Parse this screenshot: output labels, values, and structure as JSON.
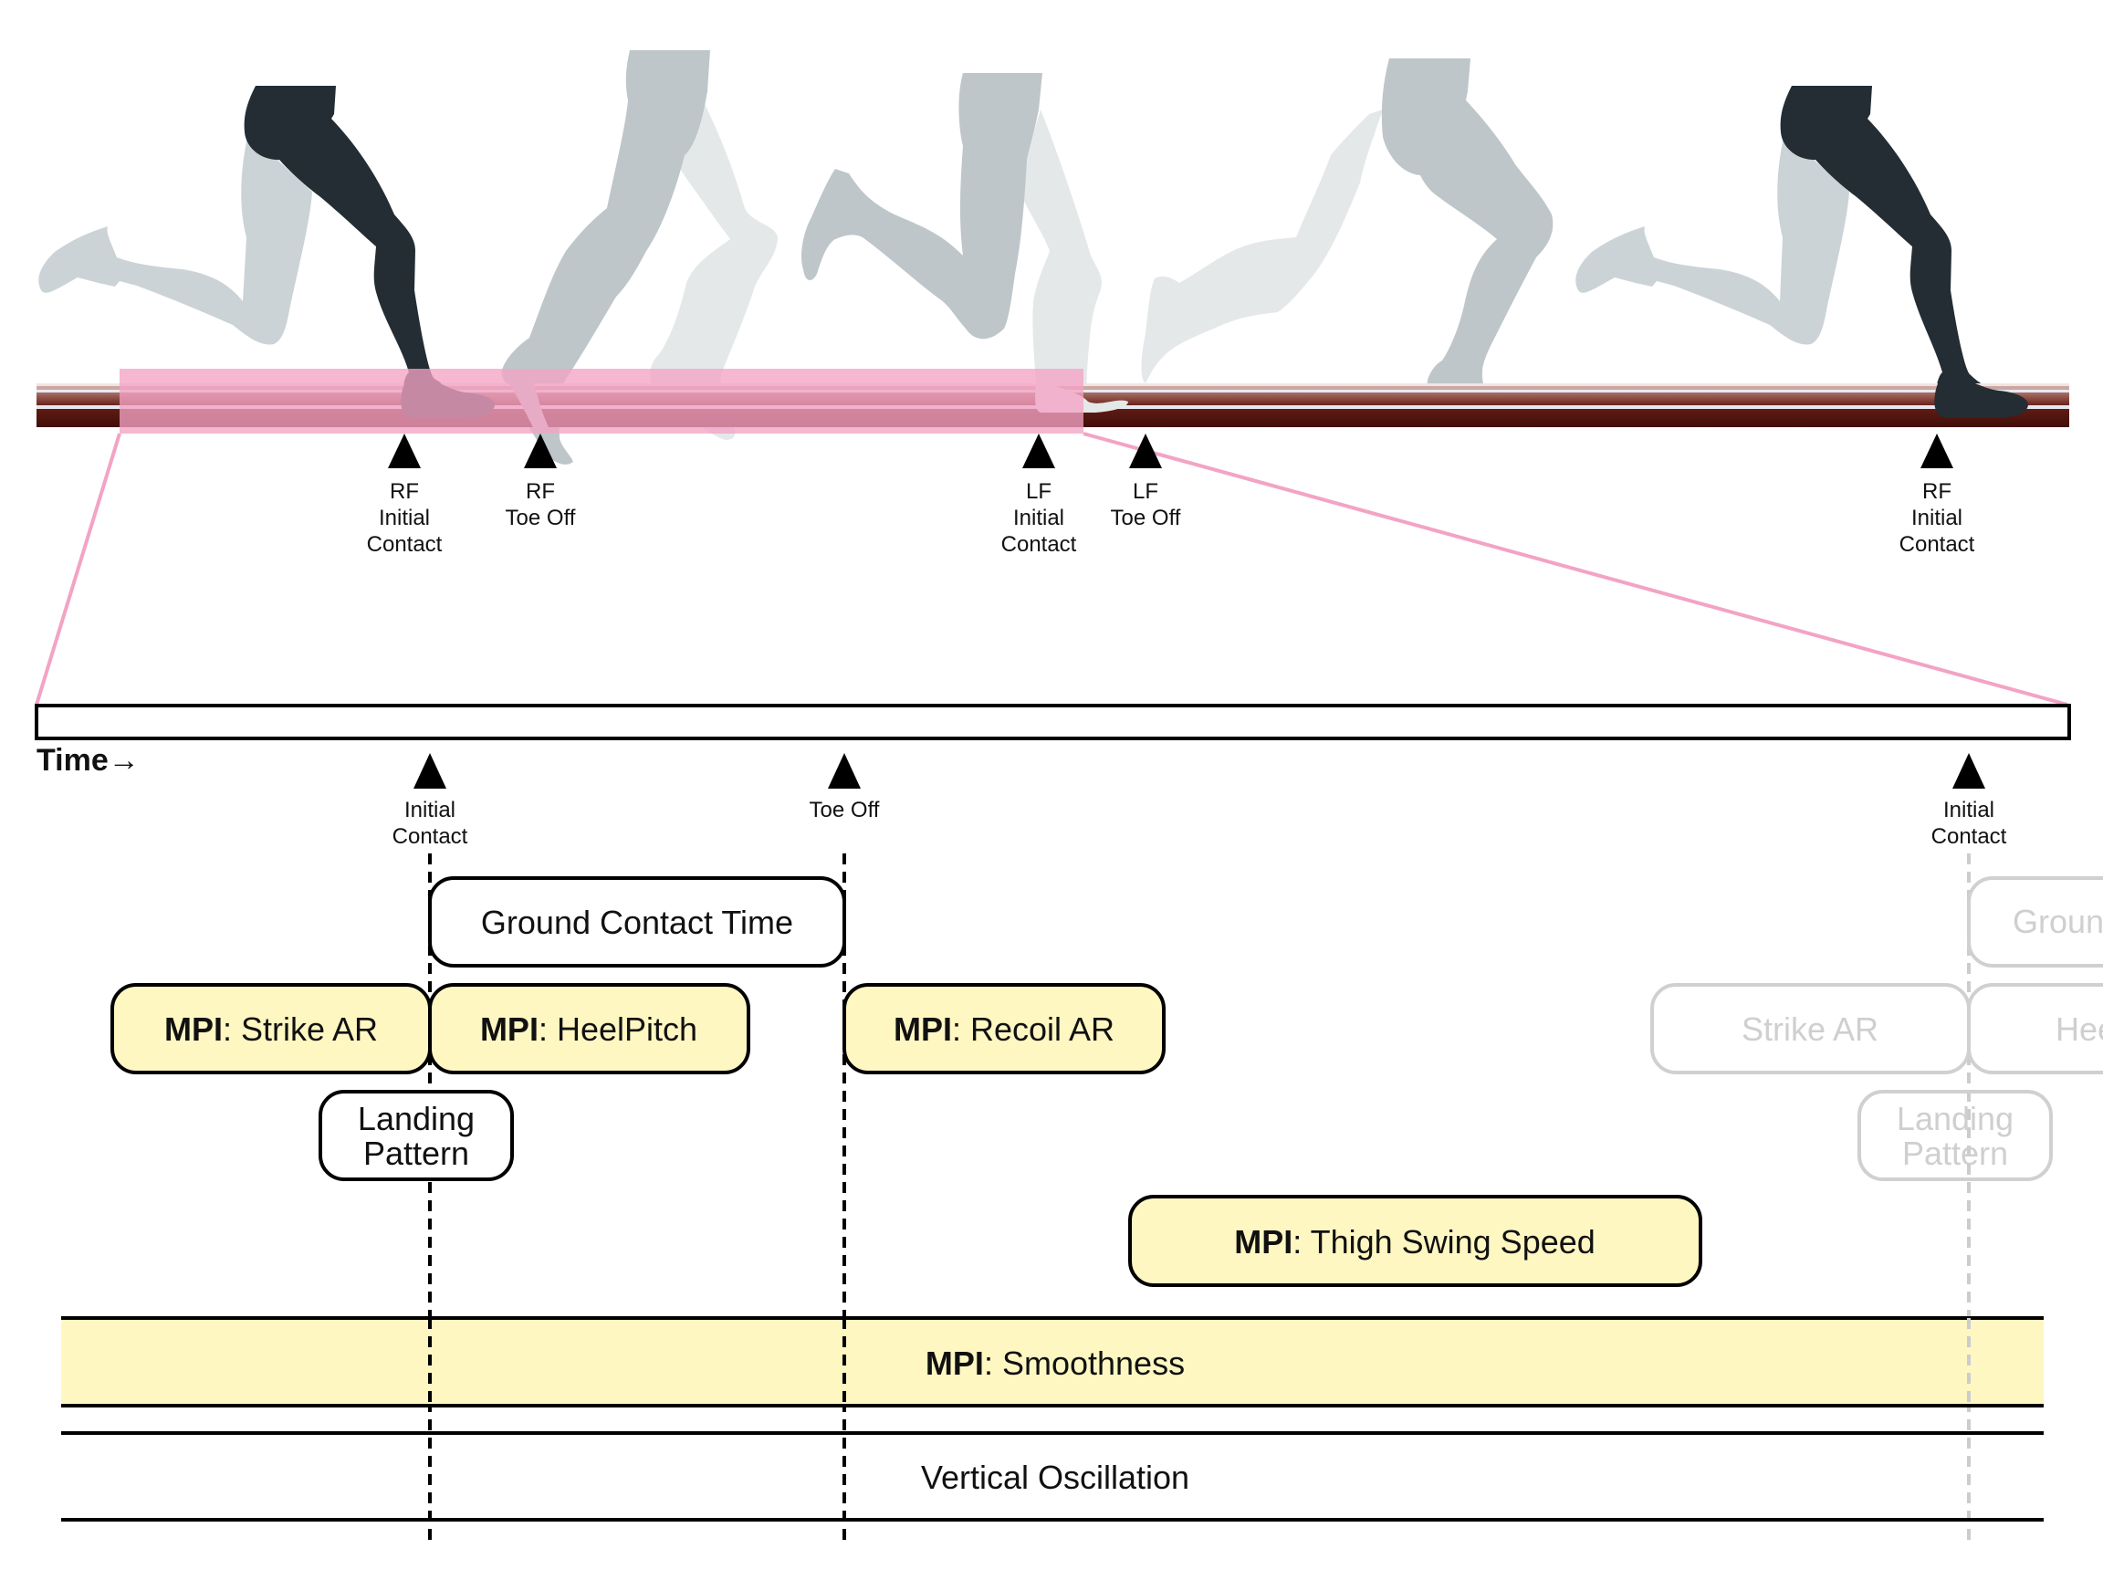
{
  "figure": {
    "top_timeline": {
      "events": [
        {
          "id": "rf-initial-contact-1",
          "lines": [
            "RF",
            "Initial",
            "Contact"
          ]
        },
        {
          "id": "rf-toe-off",
          "lines": [
            "RF",
            "Toe Off"
          ]
        },
        {
          "id": "lf-initial-contact",
          "lines": [
            "LF",
            "Initial",
            "Contact"
          ]
        },
        {
          "id": "lf-toe-off",
          "lines": [
            "LF",
            "Toe Off"
          ]
        },
        {
          "id": "rf-initial-contact-2",
          "lines": [
            "RF",
            "Initial",
            "Contact"
          ]
        }
      ]
    },
    "zoom_timeline": {
      "axis_label": "Time→",
      "events": [
        {
          "id": "initial-contact",
          "lines": [
            "Initial",
            "Contact"
          ]
        },
        {
          "id": "toe-off",
          "lines": [
            "Toe Off"
          ]
        },
        {
          "id": "initial-contact-next",
          "lines": [
            "Initial",
            "Contact"
          ]
        }
      ]
    },
    "metrics": {
      "ground_contact_time": {
        "label": "Ground Contact Time",
        "mpi": false
      },
      "strike_ar": {
        "prefix": "MPI",
        "label": "Strike AR",
        "mpi": true
      },
      "heel_pitch": {
        "prefix": "MPI",
        "label": "HeelPitch",
        "mpi": true
      },
      "recoil_ar": {
        "prefix": "MPI",
        "label": "Recoil AR",
        "mpi": true
      },
      "landing_pattern": {
        "lines": [
          "Landing",
          "Pattern"
        ],
        "mpi": false
      },
      "thigh_swing_speed": {
        "prefix": "MPI",
        "label": "Thigh Swing Speed",
        "mpi": true
      },
      "smoothness": {
        "prefix": "MPI",
        "label": "Smoothness",
        "mpi": true
      },
      "vertical_oscillation": {
        "label": "Vertical Oscillation",
        "mpi": false
      }
    },
    "ghost_next_cycle": {
      "ground_contact_time": "Groun",
      "strike_ar": "Strike AR",
      "heel_pitch": "Hee",
      "landing_pattern": [
        "Landing",
        "Pattern"
      ]
    },
    "colors": {
      "mpi_fill": "#fff7c2",
      "highlight": "#f3a3c4",
      "leg_dark": "#232d33",
      "leg_mid": "#bec6c9",
      "leg_light": "#e4e8e9",
      "track_dark": "#4a130d",
      "ghost": "#d0d0d0"
    }
  }
}
